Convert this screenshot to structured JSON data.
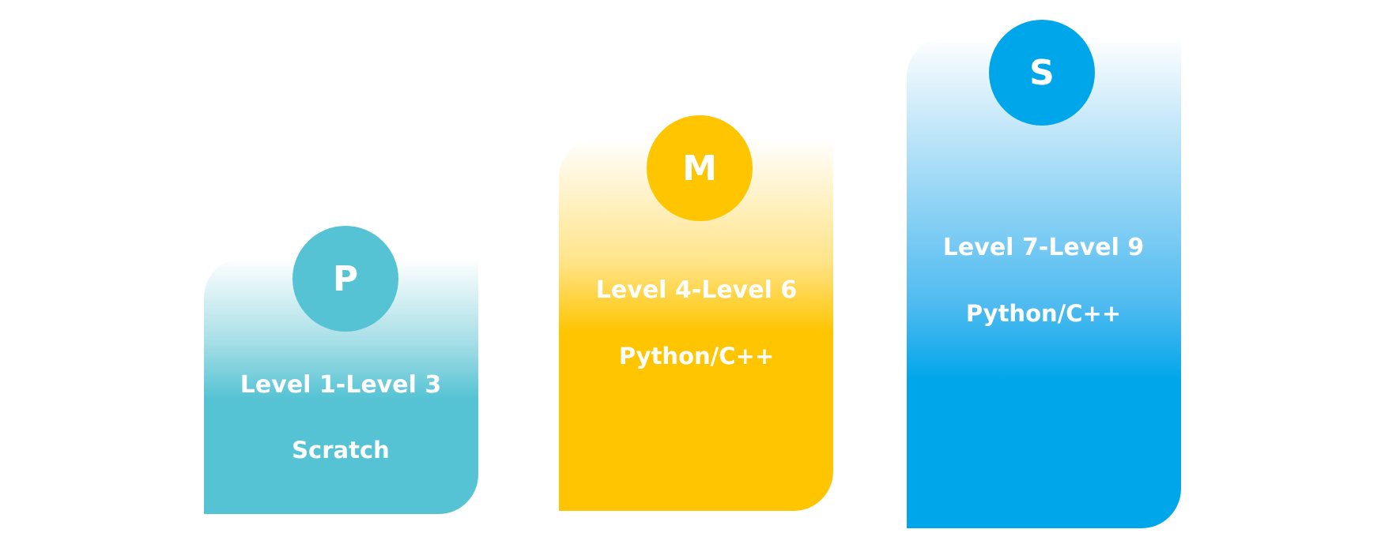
{
  "tiers": [
    {
      "letter": "P",
      "levels": "Level 1-Level 3",
      "language": "Scratch",
      "color": "#55c3d4"
    },
    {
      "letter": "M",
      "levels": "Level 4-Level 6",
      "language": "Python/C++",
      "color": "#ffc500"
    },
    {
      "letter": "S",
      "levels": "Level 7-Level 9",
      "language": "Python/C++",
      "color": "#00a6ea"
    }
  ]
}
